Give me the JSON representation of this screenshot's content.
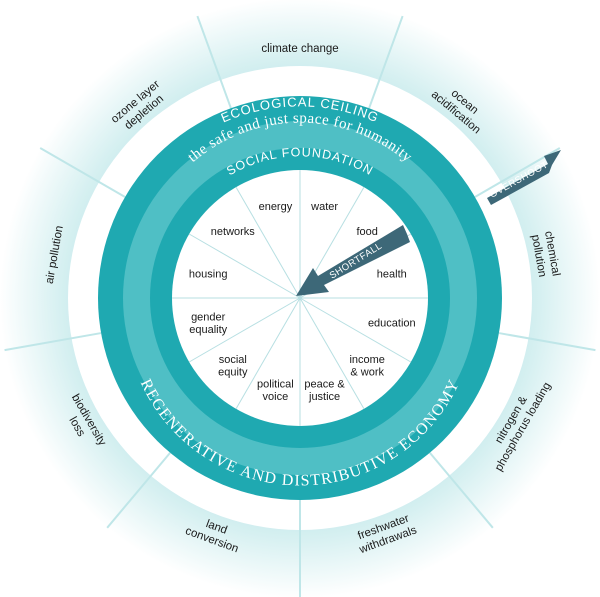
{
  "ring_labels": {
    "ecological_ceiling": "ECOLOGICAL CEILING",
    "safe_space": "the safe and just space for humanity",
    "social_foundation": "SOCIAL FOUNDATION",
    "economy": "REGENERATIVE AND DISTRIBUTIVE ECONOMY"
  },
  "arrows": {
    "overshoot": "OVERSHOOT",
    "shortfall": "SHORTFALL"
  },
  "ecological_dimensions": [
    {
      "lines": [
        "climate change"
      ]
    },
    {
      "lines": [
        "ocean",
        "acidification"
      ]
    },
    {
      "lines": [
        "chemical",
        "pollution"
      ]
    },
    {
      "lines": [
        "nitrogen &",
        "phosphorus loading"
      ]
    },
    {
      "lines": [
        "freshwater",
        "withdrawals"
      ]
    },
    {
      "lines": [
        "land",
        "conversion"
      ]
    },
    {
      "lines": [
        "biodiversity",
        "loss"
      ]
    },
    {
      "lines": [
        "air pollution"
      ]
    },
    {
      "lines": [
        "ozone layer",
        "depletion"
      ]
    }
  ],
  "social_dimensions": [
    {
      "lines": [
        "water"
      ]
    },
    {
      "lines": [
        "food"
      ]
    },
    {
      "lines": [
        "health"
      ]
    },
    {
      "lines": [
        "education"
      ]
    },
    {
      "lines": [
        "income",
        "& work"
      ]
    },
    {
      "lines": [
        "peace &",
        "justice"
      ]
    },
    {
      "lines": [
        "political",
        "voice"
      ]
    },
    {
      "lines": [
        "social",
        "equity"
      ]
    },
    {
      "lines": [
        "gender",
        "equality"
      ]
    },
    {
      "lines": [
        "housing"
      ]
    },
    {
      "lines": [
        "networks"
      ]
    },
    {
      "lines": [
        "energy"
      ]
    }
  ],
  "colors": {
    "teal_dark": "#1fa9b1",
    "teal_mid": "#4fbfc5",
    "teal_light": "#d8f0f1",
    "glow": "#bfe6e8",
    "arrow": "#3d6878"
  }
}
